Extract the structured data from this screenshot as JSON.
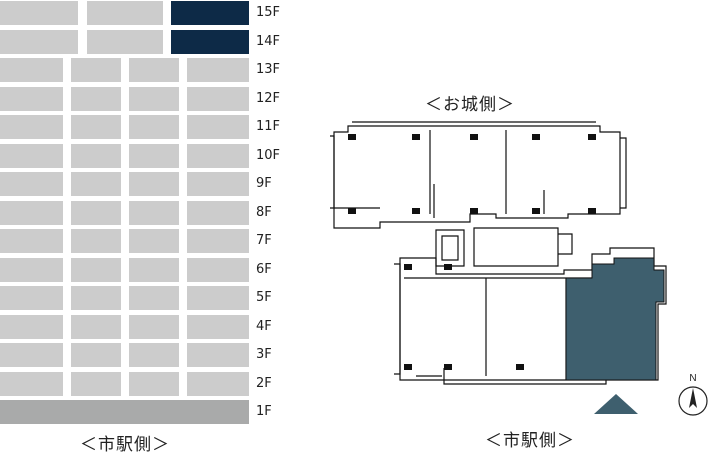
{
  "floor_stack": {
    "caption": "＜市駅側＞",
    "floors": [
      {
        "label": "15F",
        "cells": 3,
        "highlight": [
          2
        ]
      },
      {
        "label": "14F",
        "cells": 3,
        "highlight": [
          2
        ]
      },
      {
        "label": "13F",
        "cells": 4,
        "highlight": []
      },
      {
        "label": "12F",
        "cells": 4,
        "highlight": []
      },
      {
        "label": "11F",
        "cells": 4,
        "highlight": []
      },
      {
        "label": "10F",
        "cells": 4,
        "highlight": []
      },
      {
        "label": "9F",
        "cells": 4,
        "highlight": []
      },
      {
        "label": "8F",
        "cells": 4,
        "highlight": []
      },
      {
        "label": "7F",
        "cells": 4,
        "highlight": []
      },
      {
        "label": "6F",
        "cells": 4,
        "highlight": []
      },
      {
        "label": "5F",
        "cells": 4,
        "highlight": []
      },
      {
        "label": "4F",
        "cells": 4,
        "highlight": []
      },
      {
        "label": "3F",
        "cells": 4,
        "highlight": []
      },
      {
        "label": "2F",
        "cells": 4,
        "highlight": []
      },
      {
        "label": "1F",
        "cells": 1,
        "highlight": []
      }
    ]
  },
  "floor_plan": {
    "top_label": "＜お城側＞",
    "bottom_label": "＜市駅側＞"
  },
  "compass": {
    "label": "N"
  },
  "colors": {
    "cell": "#cccccc",
    "ground_floor": "#a9aaaa",
    "highlight": "#0d2a47",
    "selected_unit": "#3e5f6e",
    "wall": "#111111",
    "direction_marker": "#3e5f6e"
  }
}
